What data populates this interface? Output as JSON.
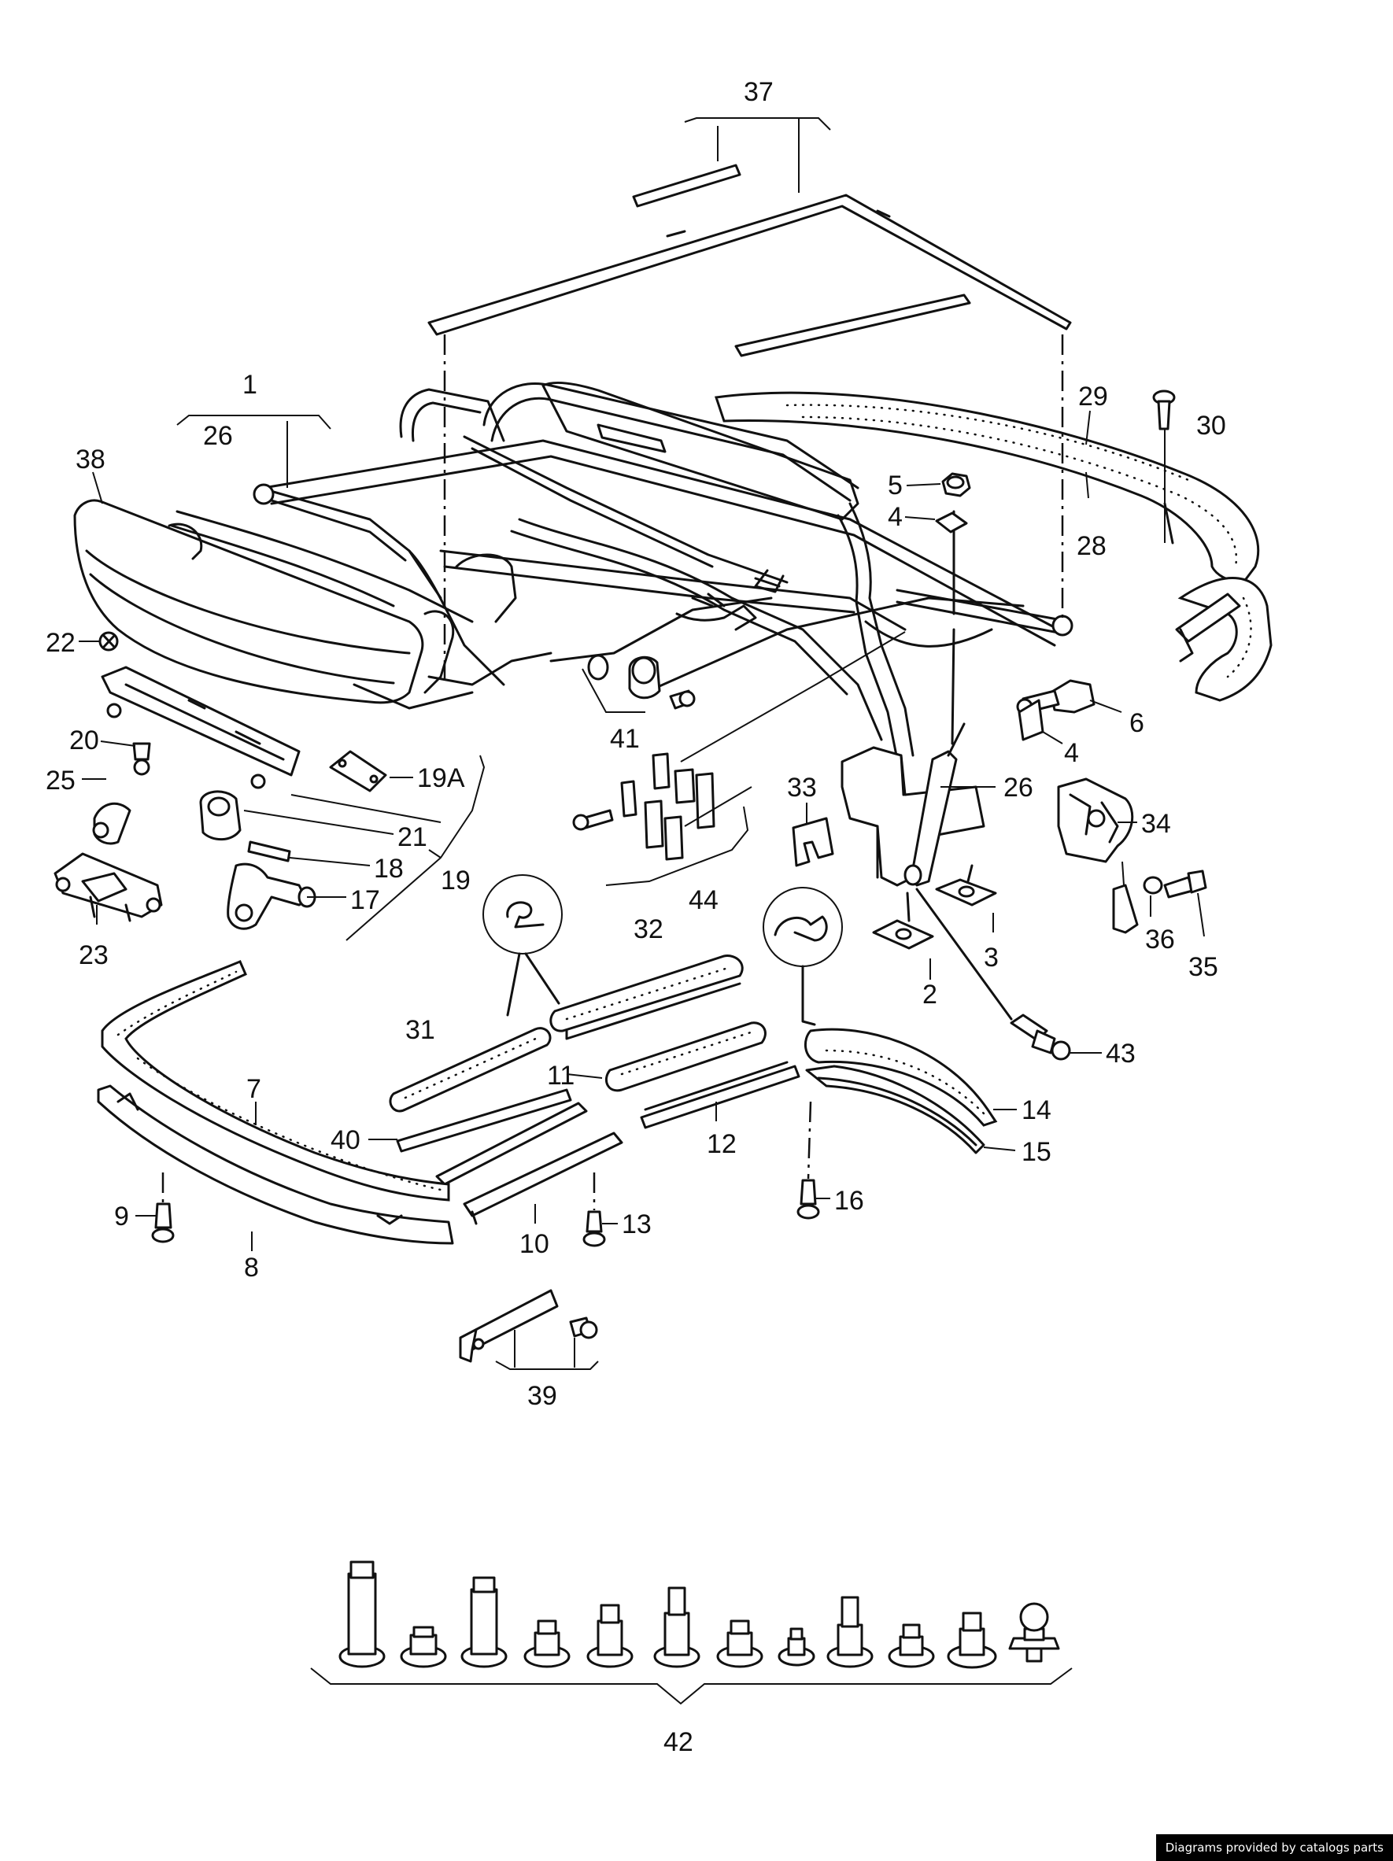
{
  "footer": "Diagrams provided by catalogs parts",
  "callouts": [
    "37",
    "1",
    "26",
    "38",
    "29",
    "30",
    "5",
    "4",
    "28",
    "22",
    "6",
    "20",
    "25",
    "19A",
    "41",
    "4",
    "26",
    "33",
    "34",
    "21",
    "18",
    "19",
    "17",
    "44",
    "23",
    "36",
    "35",
    "3",
    "2",
    "32",
    "31",
    "43",
    "11",
    "14",
    "7",
    "40",
    "12",
    "15",
    "9",
    "13",
    "10",
    "16",
    "8",
    "39",
    "42"
  ]
}
